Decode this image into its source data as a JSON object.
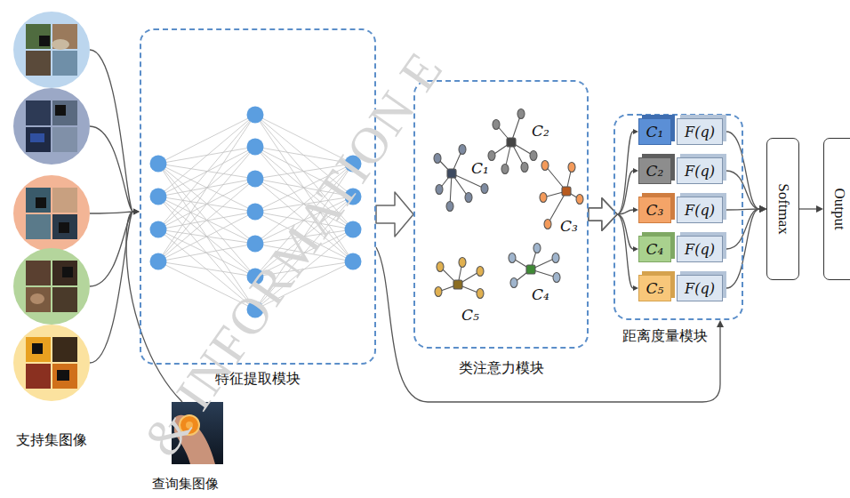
{
  "diagram": {
    "nodes": [
      {
        "text": [
          "支持集图像"
        ]
      },
      {
        "text": [
          "查询集图像"
        ]
      },
      {
        "text": [
          "特征提取模块"
        ]
      },
      {
        "text": [
          "类注意力模块"
        ]
      },
      {
        "text": [
          "距离度量模块"
        ]
      },
      {
        "text": [
          "C₁"
        ],
        "in": 4
      },
      {
        "text": [
          "F(q)"
        ],
        "in": 4
      },
      {
        "text": [
          "C₂"
        ],
        "in": 4
      },
      {
        "text": [
          "F(q)"
        ],
        "in": 4
      },
      {
        "text": [
          "C₃"
        ],
        "in": 4
      },
      {
        "text": [
          "F(q)"
        ],
        "in": 4
      },
      {
        "text": [
          "C₄"
        ],
        "in": 4
      },
      {
        "text": [
          "F(q)"
        ],
        "in": 4
      },
      {
        "text": [
          "C₅"
        ],
        "in": 4
      },
      {
        "text": [
          "F(q)"
        ],
        "in": 4
      },
      {
        "text": [
          "Softmax"
        ]
      },
      {
        "text": [
          "Output"
        ]
      }
    ],
    "edges": [
      {
        "from": 0,
        "to": 2,
        "arrow": "to"
      },
      {
        "from": 1,
        "to": 2,
        "arrow": "to"
      },
      {
        "from": 2,
        "to": 3,
        "arrow": "to"
      },
      {
        "from": 3,
        "to": 5,
        "arrow": "to"
      },
      {
        "from": 3,
        "to": 7,
        "arrow": "to"
      },
      {
        "from": 3,
        "to": 9,
        "arrow": "to"
      },
      {
        "from": 3,
        "to": 11,
        "arrow": "to"
      },
      {
        "from": 3,
        "to": 13,
        "arrow": "to"
      },
      {
        "from": 2,
        "to": 4,
        "arrow": "to"
      },
      {
        "from": 6,
        "to": 15,
        "arrow": "to"
      },
      {
        "from": 8,
        "to": 15,
        "arrow": "to"
      },
      {
        "from": 10,
        "to": 15,
        "arrow": "to"
      },
      {
        "from": 12,
        "to": 15,
        "arrow": "to"
      },
      {
        "from": 14,
        "to": 15,
        "arrow": "to"
      },
      {
        "from": 15,
        "to": 16,
        "arrow": "to"
      }
    ],
    "labels": [
      "C₁",
      "C₂",
      "C₃",
      "C₄",
      "C₅",
      "& INFORMATION E"
    ]
  }
}
